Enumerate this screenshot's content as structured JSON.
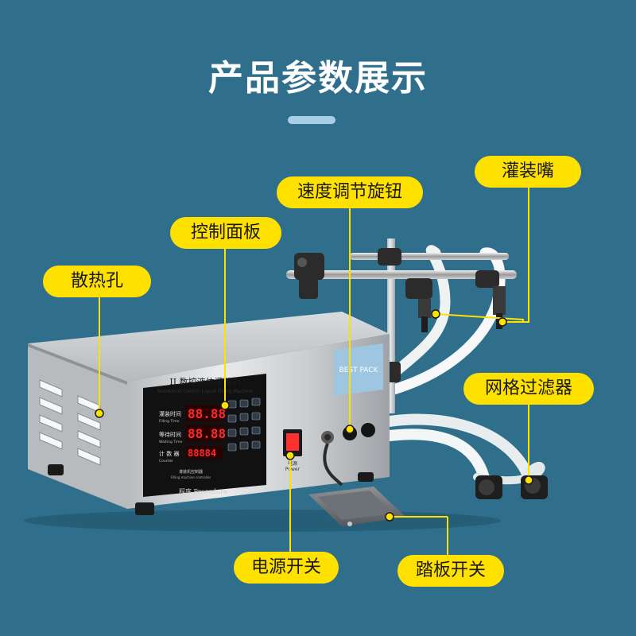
{
  "title": "产品参数展示",
  "callouts": {
    "heat_holes": "散热孔",
    "control_panel": "控制面板",
    "speed_knob": "速度调节旋钮",
    "nozzle": "灌装嘴",
    "mesh_filter": "网格过滤器",
    "power_switch": "电源开关",
    "pedal_switch": "踏板开关"
  },
  "machine": {
    "panel_title": "II 数控液体灌装机",
    "panel_subtitle": "Numerical Control Liquid Filling Machine",
    "filling_time_label": "灌装时间",
    "filling_time_en": "Filling Time",
    "waiting_time_label": "等待时间",
    "waiting_time_en": "Waiting Time",
    "counter_label": "计 数 器",
    "counter_en": "Counter",
    "filling_time_value": "88.88",
    "waiting_time_value": "88.88",
    "counter_value": "88884",
    "controller_label": "灌装机控制器",
    "controller_en": "Filling machine controller",
    "procedure_label": "程序 Procedure",
    "power_label": "电源",
    "power_en": "Power",
    "brand_sticker": "BEST PACK"
  },
  "colors": {
    "background": "#2f6f8c",
    "callout": "#ffe100",
    "leader": "#ffe100",
    "title": "#ffffff"
  }
}
